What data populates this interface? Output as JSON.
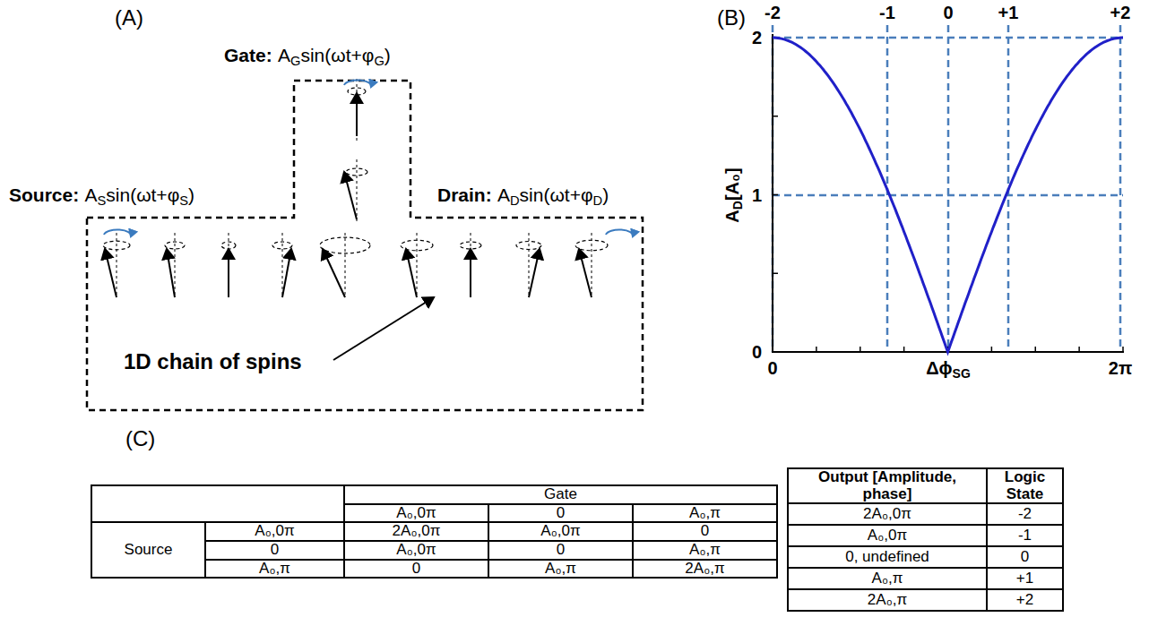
{
  "diagram": {
    "labels": [
      "(A)",
      "Gate:",
      "A",
      "G",
      "sin(ωt+φ",
      "G",
      ")",
      "Source:",
      "A",
      "S",
      "sin(ωt+φ",
      "S",
      ")",
      "Drain:",
      "A",
      "D",
      "sin(ωt+φ",
      "D",
      ")",
      "1D chain of spins",
      "(B)",
      "-2",
      "-1",
      "0",
      "+1",
      "+2",
      "2",
      "1",
      "0",
      "0",
      "Δϕ",
      "SG",
      "2π",
      "A",
      "D",
      "[A₀]",
      "(C)",
      "Gate",
      "A₀,0π",
      "0",
      "A₀,π",
      "Source",
      "A₀,0π",
      "2A₀,0π",
      "A₀,0π",
      "0",
      "0",
      "A₀,0π",
      "0",
      "A₀,π",
      "A₀,π",
      "0",
      "A₀,π",
      "2A₀,π",
      "Output [Amplitude, phase]",
      "Logic State",
      "2A₀,0π",
      "-2",
      "A₀,0π",
      "-1",
      "0, undefined",
      "0",
      "A₀,π",
      "+1",
      "2A₀,π",
      "+2"
    ]
  }
}
